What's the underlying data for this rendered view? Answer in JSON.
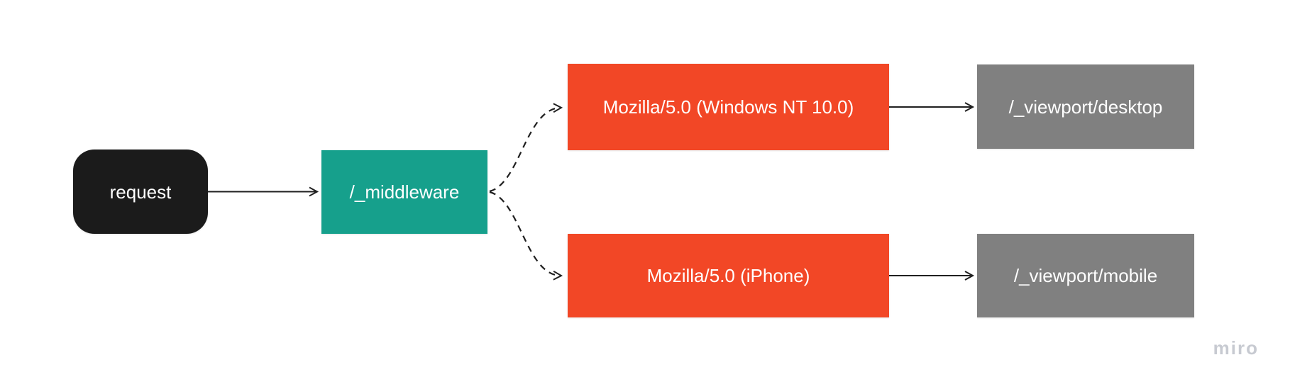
{
  "diagram": {
    "watermark": {
      "label": "miro",
      "color": "#c7cad1"
    },
    "colors": {
      "background": "#ffffff",
      "request_fill": "#1b1b1b",
      "middleware_fill": "#16a08c",
      "user_agent_fill": "#f24726",
      "viewport_fill": "#808080",
      "node_text": "#ffffff",
      "connector": "#202020"
    },
    "nodes": [
      {
        "id": "request",
        "label": "request",
        "shape": "rounded-rect",
        "fill": "#1b1b1b"
      },
      {
        "id": "middleware",
        "label": "/_middleware",
        "shape": "rect",
        "fill": "#16a08c"
      },
      {
        "id": "ua-desktop",
        "label": "Mozilla/5.0 (Windows NT 10.0)",
        "shape": "rect",
        "fill": "#f24726"
      },
      {
        "id": "vp-desktop",
        "label": "/_viewport/desktop",
        "shape": "rect",
        "fill": "#808080"
      },
      {
        "id": "ua-mobile",
        "label": "Mozilla/5.0 (iPhone)",
        "shape": "rect",
        "fill": "#f24726"
      },
      {
        "id": "vp-mobile",
        "label": "/_viewport/mobile",
        "shape": "rect",
        "fill": "#808080"
      }
    ],
    "edges": [
      {
        "from": "request",
        "to": "middleware",
        "style": "solid",
        "arrow": "open-chevron"
      },
      {
        "from": "middleware",
        "to": "ua-desktop",
        "style": "dashed",
        "arrow": "open-chevron"
      },
      {
        "from": "middleware",
        "to": "ua-mobile",
        "style": "dashed",
        "arrow": "open-chevron"
      },
      {
        "from": "ua-desktop",
        "to": "vp-desktop",
        "style": "solid",
        "arrow": "open-chevron"
      },
      {
        "from": "ua-mobile",
        "to": "vp-mobile",
        "style": "solid",
        "arrow": "open-chevron"
      }
    ]
  }
}
